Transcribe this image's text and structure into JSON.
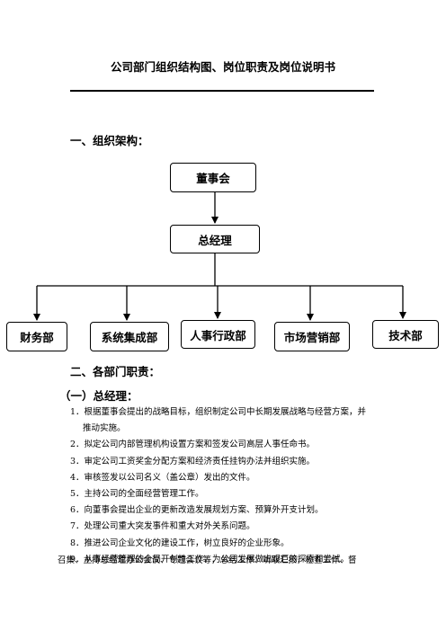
{
  "doc": {
    "title": "公司部门组织结构图、岗位职责及岗位说明书",
    "section1": "一、组织架构：",
    "section2": "二、各部门职责：",
    "subsection1": "（一）总经理："
  },
  "org": {
    "board": "董事会",
    "gm": "总经理",
    "departments": [
      "财务部",
      "系统集成部",
      "人事行政部",
      "市场营销部",
      "技术部"
    ]
  },
  "duties": [
    "1．根据董事会提出的战略目标，组织制定公司中长期发展战略与经营方案，并",
    "推动实施。",
    "2．拟定公司内部管理机构设置方案和签发公司高层人事任命书。",
    "3．审定公司工资奖金分配方案和经济责任挂钩办法并组织实施。",
    "4．审核签发以公司名义（盖公章）发出的文件。",
    "5．主持公司的全面经营管理工作。",
    "6．向董事会提出企业的更新改造发展规划方案、预算外开支计划。",
    "7．处理公司重大突发事件和重大对外关系问题。",
    "8．推进公司企业文化的建设工作，树立良好的企业形象。",
    "9．从事经营管理的全局开创性工作，为公司发展做出艰巨的探索和尝试。"
  ],
  "tail_text": "召集、主持总经理办公会议、专题会议等，总结工作、听取汇报，检查工作、督"
}
